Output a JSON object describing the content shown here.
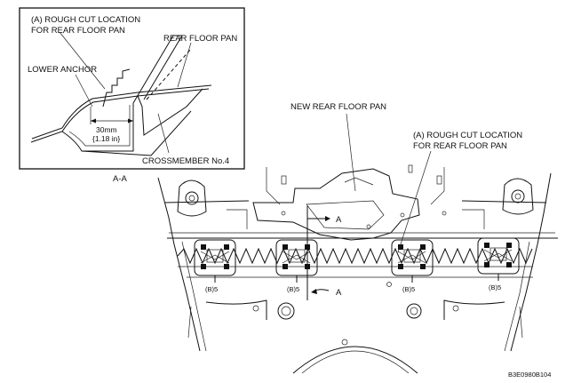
{
  "inset": {
    "label_rough_cut_1": "(A) ROUGH CUT LOCATION",
    "label_rough_cut_2": "FOR REAR FLOOR PAN",
    "label_rear_floor_pan": "REAR FLOOR PAN",
    "label_lower_anchor": "LOWER ANCHOR",
    "label_dim_mm": "30mm",
    "label_dim_in": "{1.18 in}",
    "label_crossmember": "CROSSMEMBER No.4",
    "section_caption": "A-A"
  },
  "main": {
    "label_new_floor_pan": "NEW REAR FLOOR PAN",
    "label_rough_cut_1": "(A) ROUGH CUT LOCATION",
    "label_rough_cut_2": "FOR REAR FLOOR PAN",
    "section_marker_top": "A",
    "section_marker_bottom": "A",
    "weld_labels": [
      "(B)5",
      "(B)5",
      "(B)5",
      "(B)5"
    ]
  },
  "figure_code": "B3E0980B104"
}
